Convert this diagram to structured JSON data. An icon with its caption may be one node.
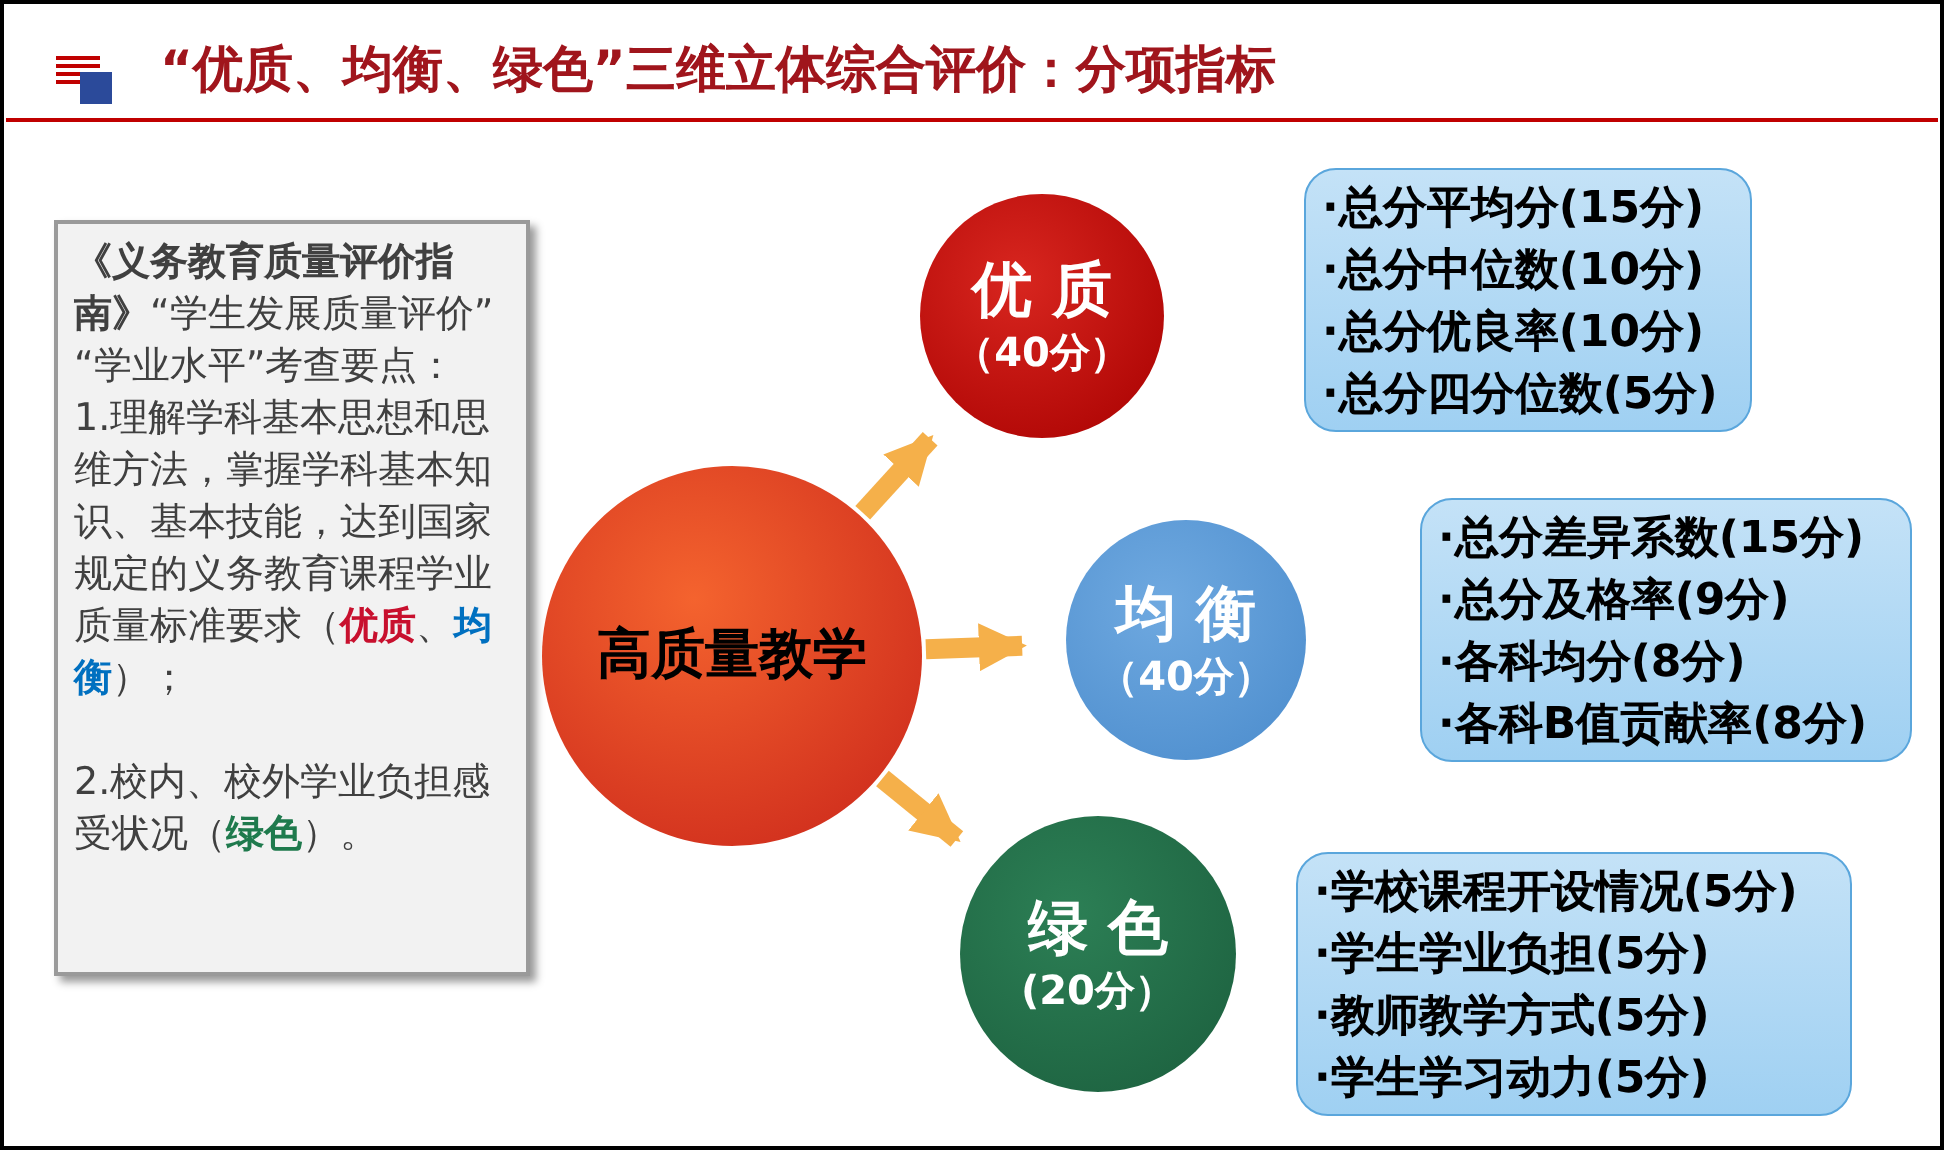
{
  "diagram": {
    "title": "“优质、均衡、绿色”三维立体综合评价：分项指标",
    "nodes": [
      {
        "text": [
          "**《义务教育质量评价指南》**“学生发展质量评价” “学业水平”考查要点：",
          "1.理解学科基本思想和思维方法，掌握学科基本知识、基本技能，达到国家规定的义务教育课程学业质量标准要求（**优质**、**均衡**）；",
          "2.校内、校外学业负担感受状况（**绿色**）。"
        ]
      },
      {
        "text": [
          "优 质",
          "（40分）"
        ]
      },
      {
        "text": [
          "·总分平均分(15分)",
          "·总分中位数(10分)",
          "·总分优良率(10分)",
          "·总分四分位数(5分)"
        ]
      },
      {
        "text": [
          "高质量教学"
        ]
      },
      {
        "text": [
          "均 衡",
          "（40分）"
        ]
      },
      {
        "text": [
          "·总分差异系数(15分)",
          "·总分及格率(9分)",
          "·各科均分(8分)",
          "·各科B值贡献率(8分)"
        ]
      },
      {
        "text": [
          "绿 色",
          "(20分）"
        ]
      },
      {
        "text": [
          "·学校课程开设情况(5分)",
          "·学生学业负担(5分)",
          "·教师教学方式(5分)",
          "·学生学习动力(5分)"
        ]
      }
    ],
    "edges": [
      {
        "from": 3,
        "to": 1,
        "arrow": "to"
      },
      {
        "from": 3,
        "to": 4,
        "arrow": "to"
      },
      {
        "from": 3,
        "to": 6,
        "arrow": "to"
      }
    ]
  }
}
